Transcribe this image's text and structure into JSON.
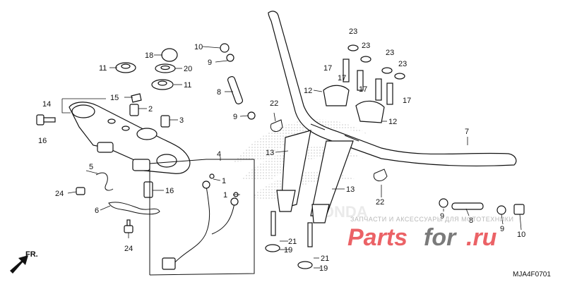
{
  "diagram_code": "MJA4F0701",
  "watermark": {
    "brand_text": "HONDA",
    "site_tagline": "ЗАПЧАСТИ И АКСЕССУАРЫ ДЛЯ МОТОТЕХНИКИ",
    "site_name_a": "Parts",
    "site_name_b": "for",
    "site_name_c": ".ru",
    "colors": {
      "brand_red": "#e8474c",
      "brand_dark": "#5a5a5a"
    }
  },
  "front_arrow": "FR.",
  "callouts": [
    {
      "id": "c10a",
      "text": "10"
    },
    {
      "id": "c9a",
      "text": "9"
    },
    {
      "id": "c8a",
      "text": "8"
    },
    {
      "id": "c9b",
      "text": "9"
    },
    {
      "id": "c18",
      "text": "18"
    },
    {
      "id": "c11a",
      "text": "11"
    },
    {
      "id": "c20",
      "text": "20"
    },
    {
      "id": "c11b",
      "text": "11"
    },
    {
      "id": "c15",
      "text": "15"
    },
    {
      "id": "c14",
      "text": "14"
    },
    {
      "id": "c2",
      "text": "2"
    },
    {
      "id": "c3",
      "text": "3"
    },
    {
      "id": "c16a",
      "text": "16"
    },
    {
      "id": "c16b",
      "text": "16"
    },
    {
      "id": "c5",
      "text": "5"
    },
    {
      "id": "c24a",
      "text": "24"
    },
    {
      "id": "c6",
      "text": "6"
    },
    {
      "id": "c24b",
      "text": "24"
    },
    {
      "id": "c4",
      "text": "4"
    },
    {
      "id": "c1a",
      "text": "1"
    },
    {
      "id": "c1b",
      "text": "1"
    },
    {
      "id": "c22a",
      "text": "22"
    },
    {
      "id": "c13a",
      "text": "13"
    },
    {
      "id": "c13b",
      "text": "13"
    },
    {
      "id": "c21a",
      "text": "21"
    },
    {
      "id": "c19a",
      "text": "19"
    },
    {
      "id": "c21b",
      "text": "21"
    },
    {
      "id": "c19b",
      "text": "19"
    },
    {
      "id": "c23a",
      "text": "23"
    },
    {
      "id": "c23b",
      "text": "23"
    },
    {
      "id": "c23c",
      "text": "23"
    },
    {
      "id": "c23d",
      "text": "23"
    },
    {
      "id": "c17a",
      "text": "17"
    },
    {
      "id": "c17b",
      "text": "17"
    },
    {
      "id": "c17c",
      "text": "17"
    },
    {
      "id": "c17d",
      "text": "17"
    },
    {
      "id": "c12a",
      "text": "12"
    },
    {
      "id": "c12b",
      "text": "12"
    },
    {
      "id": "c7",
      "text": "7"
    },
    {
      "id": "c22b",
      "text": "22"
    },
    {
      "id": "c9c",
      "text": "9"
    },
    {
      "id": "c8b",
      "text": "8"
    },
    {
      "id": "c9d",
      "text": "9"
    },
    {
      "id": "c10b",
      "text": "10"
    }
  ]
}
